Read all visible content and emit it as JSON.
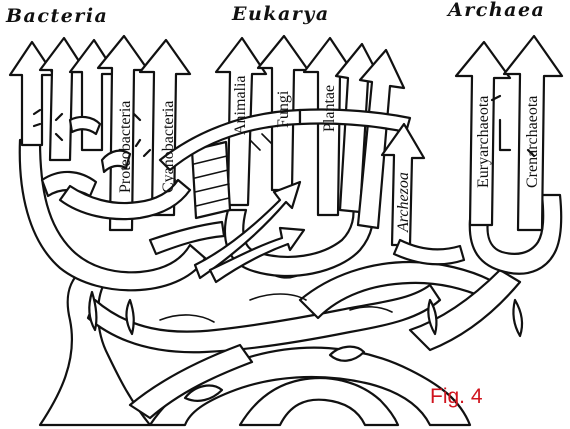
{
  "domains": {
    "bacteria": "Bacteria",
    "eukarya": "Eukarya",
    "archaea": "Archaea"
  },
  "groups": {
    "proteobacteria": "Proteobacteria",
    "cyanobacteria": "Cyanobacteria",
    "animalia": "Animalia",
    "fungi": "Fungi",
    "plantae": "Plantae",
    "archezoa": "Archezoa",
    "euryarchaeota": "Euryarchaeota",
    "crenarchaeota": "Crenarchaeota"
  },
  "figure_label": "Fig. 4",
  "colors": {
    "ink": "#111111",
    "figure_label": "#d0141e",
    "background": "#ffffff"
  }
}
